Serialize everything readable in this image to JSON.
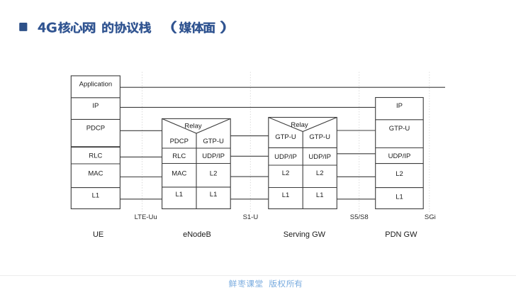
{
  "title": {
    "text": "4G核心网的协议栈（媒体面）",
    "color": "#2f5390",
    "bullet_color": "#2d5088"
  },
  "footer": {
    "text": "鲜枣课堂 版权所有",
    "color": "#7aacdf"
  },
  "diagram": {
    "nodes": [
      {
        "label": "UE",
        "layers": [
          "Application",
          "IP",
          "PDCP",
          "RLC",
          "MAC",
          "L1"
        ]
      },
      {
        "label": "eNodeB",
        "relay_label": "Relay",
        "left_layers": [
          "PDCP",
          "RLC",
          "MAC",
          "L1"
        ],
        "right_layers": [
          "GTP-U",
          "UDP/IP",
          "L2",
          "L1"
        ]
      },
      {
        "label": "Serving GW",
        "relay_label": "Relay",
        "left_layers": [
          "GTP-U",
          "UDP/IP",
          "L2",
          "L1"
        ],
        "right_layers": [
          "GTP-U",
          "UDP/IP",
          "L2",
          "L1"
        ]
      },
      {
        "label": "PDN GW",
        "layers": [
          "IP",
          "GTP-U",
          "UDP/IP",
          "L2",
          "L1"
        ]
      }
    ],
    "interfaces": [
      {
        "label": "LTE-Uu"
      },
      {
        "label": "S1-U"
      },
      {
        "label": "S5/S8"
      },
      {
        "label": "SGi"
      }
    ]
  }
}
